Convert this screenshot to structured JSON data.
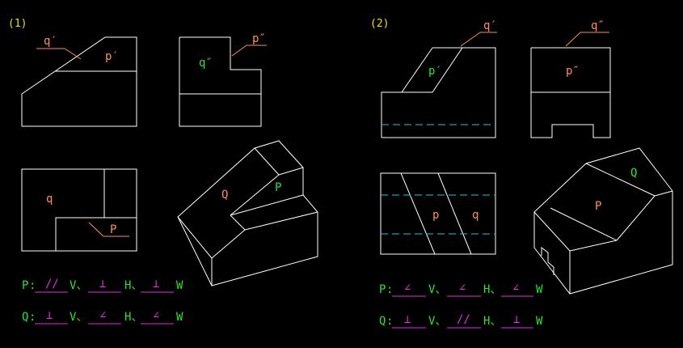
{
  "panel1": {
    "number": "(1)",
    "front_view": {
      "leader_q": "q′",
      "face_p": "p′"
    },
    "side_view": {
      "leader_p": "p″",
      "face_q": "q″"
    },
    "top_view": {
      "face_q": "q",
      "leader_p": "P"
    },
    "isometric": {
      "face_Q": "Q",
      "face_P": "P"
    },
    "answers": [
      {
        "plane": "P",
        "colon": ":",
        "v": "//",
        "v_label": "V、",
        "h": "⊥",
        "h_label": "H、",
        "w": "⊥",
        "w_label": "W"
      },
      {
        "plane": "Q",
        "colon": ":",
        "v": "⊥",
        "v_label": "V、",
        "h": "∠",
        "h_label": "H、",
        "w": "∠",
        "w_label": "W"
      }
    ]
  },
  "panel2": {
    "number": "(2)",
    "front_view": {
      "leader_q": "q′",
      "face_p": "p′"
    },
    "side_view": {
      "leader_q": "q″",
      "face_p": "p″"
    },
    "top_view": {
      "face_p": "p",
      "face_q": "q"
    },
    "isometric": {
      "face_Q": "Q",
      "face_P": "P"
    },
    "answers": [
      {
        "plane": "P",
        "colon": ":",
        "v": "∠",
        "v_label": "V、",
        "h": "∠",
        "h_label": "H、",
        "w": "∠",
        "w_label": "W"
      },
      {
        "plane": "Q",
        "colon": ":",
        "v": "⊥",
        "v_label": "V、",
        "h": "//",
        "h_label": "H、",
        "w": "⊥",
        "w_label": "W"
      }
    ]
  },
  "colors": {
    "background": "#000000",
    "outline": "#ffffff",
    "hidden_line": "#22c8dc",
    "leader": "#ff8c5a",
    "green_text": "#30e030",
    "answer_text": "#e030e0",
    "panel_number": "#f0e000"
  }
}
